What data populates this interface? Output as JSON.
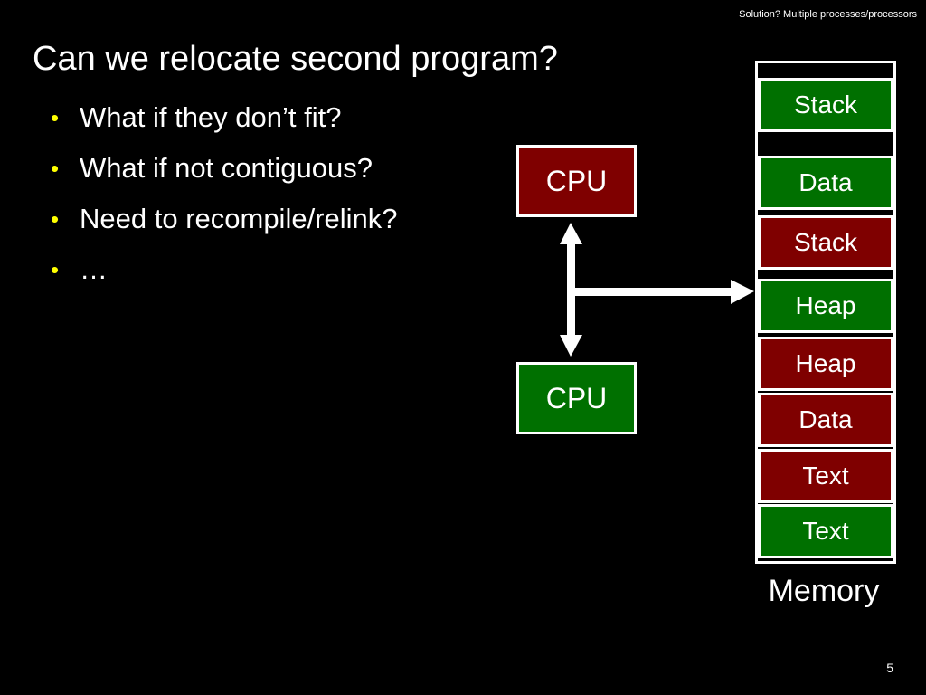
{
  "header": {
    "note": "Solution? Multiple processes/processors"
  },
  "title": "Can we relocate second program?",
  "bullets": [
    "What if they don’t fit?",
    "What if not contiguous?",
    "Need to recompile/relink?",
    "…"
  ],
  "bullet_symbol": "•",
  "cpus": [
    {
      "label": "CPU",
      "color": "#7f0000"
    },
    {
      "label": "CPU",
      "color": "#007000"
    }
  ],
  "memory": {
    "label": "Memory",
    "segments": [
      {
        "label": "Stack",
        "color": "#007000"
      },
      {
        "label": "Data",
        "color": "#007000"
      },
      {
        "label": "Stack",
        "color": "#7f0000"
      },
      {
        "label": "Heap",
        "color": "#007000"
      },
      {
        "label": "Heap",
        "color": "#7f0000"
      },
      {
        "label": "Data",
        "color": "#7f0000"
      },
      {
        "label": "Text",
        "color": "#7f0000"
      },
      {
        "label": "Text",
        "color": "#007000"
      }
    ]
  },
  "page_number": "5"
}
